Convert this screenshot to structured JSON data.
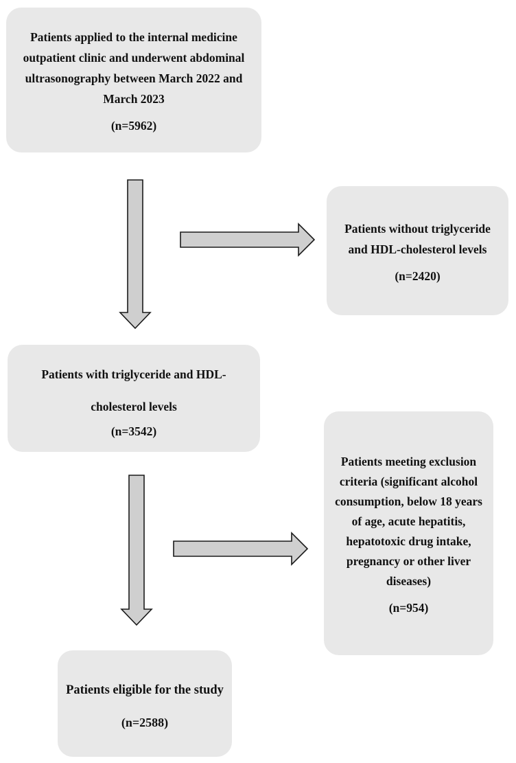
{
  "boxes": {
    "applied": {
      "text": "Patients applied to the internal medicine outpatient clinic and underwent abdominal ultrasonography between March 2022 and March 2023",
      "n": "(n=5962)"
    },
    "without_levels": {
      "text": "Patients without triglyceride and HDL-cholesterol levels",
      "n": "(n=2420)"
    },
    "with_levels": {
      "text": "Patients with triglyceride and HDL-cholesterol levels",
      "n": "(n=3542)"
    },
    "exclusion": {
      "text": "Patients meeting exclusion criteria (significant alcohol consumption, below 18 years of age, acute hepatitis, hepatotoxic drug intake, pregnancy or other liver diseases)",
      "n": "(n=954)"
    },
    "eligible": {
      "text": "Patients eligible for the study",
      "n": "(n=2588)"
    }
  },
  "colors": {
    "box_fill": "#e8e8e8",
    "arrow_fill": "#cfcfcf",
    "arrow_stroke": "#1a1a1a"
  }
}
